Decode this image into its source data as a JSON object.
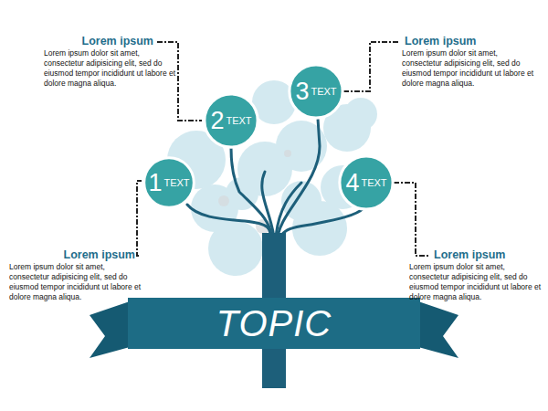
{
  "diagram": {
    "title": "TOPIC",
    "nodes": [
      {
        "text": [
          "1",
          "TEXT"
        ]
      },
      {
        "text": [
          "2",
          "TEXT"
        ]
      },
      {
        "text": [
          "3",
          "TEXT"
        ]
      },
      {
        "text": [
          "4",
          "TEXT"
        ]
      },
      {
        "text": [
          "TOPIC"
        ]
      }
    ],
    "labels": [
      "Lorem ipsum",
      "Lorem ipsum dolor sit amet, consectetur adipisicing elit, sed do eiusmod tempor incididunt ut labore et dolore magna aliqua.",
      "Lorem ipsum",
      "Lorem ipsum dolor sit amet, consectetur adipisicing elit, sed do eiusmod tempor incididunt ut labore et dolore magna aliqua.",
      "Lorem ipsum",
      "Lorem ipsum dolor sit amet, consectetur adipisicing elit, sed do eiusmod tempor incididunt ut labore et dolore magna aliqua.",
      "Lorem ipsum",
      "Lorem ipsum dolor sit amet, consectetur adipisicing elit, sed do eiusmod tempor incididunt ut labore et dolore magna aliqua."
    ]
  }
}
